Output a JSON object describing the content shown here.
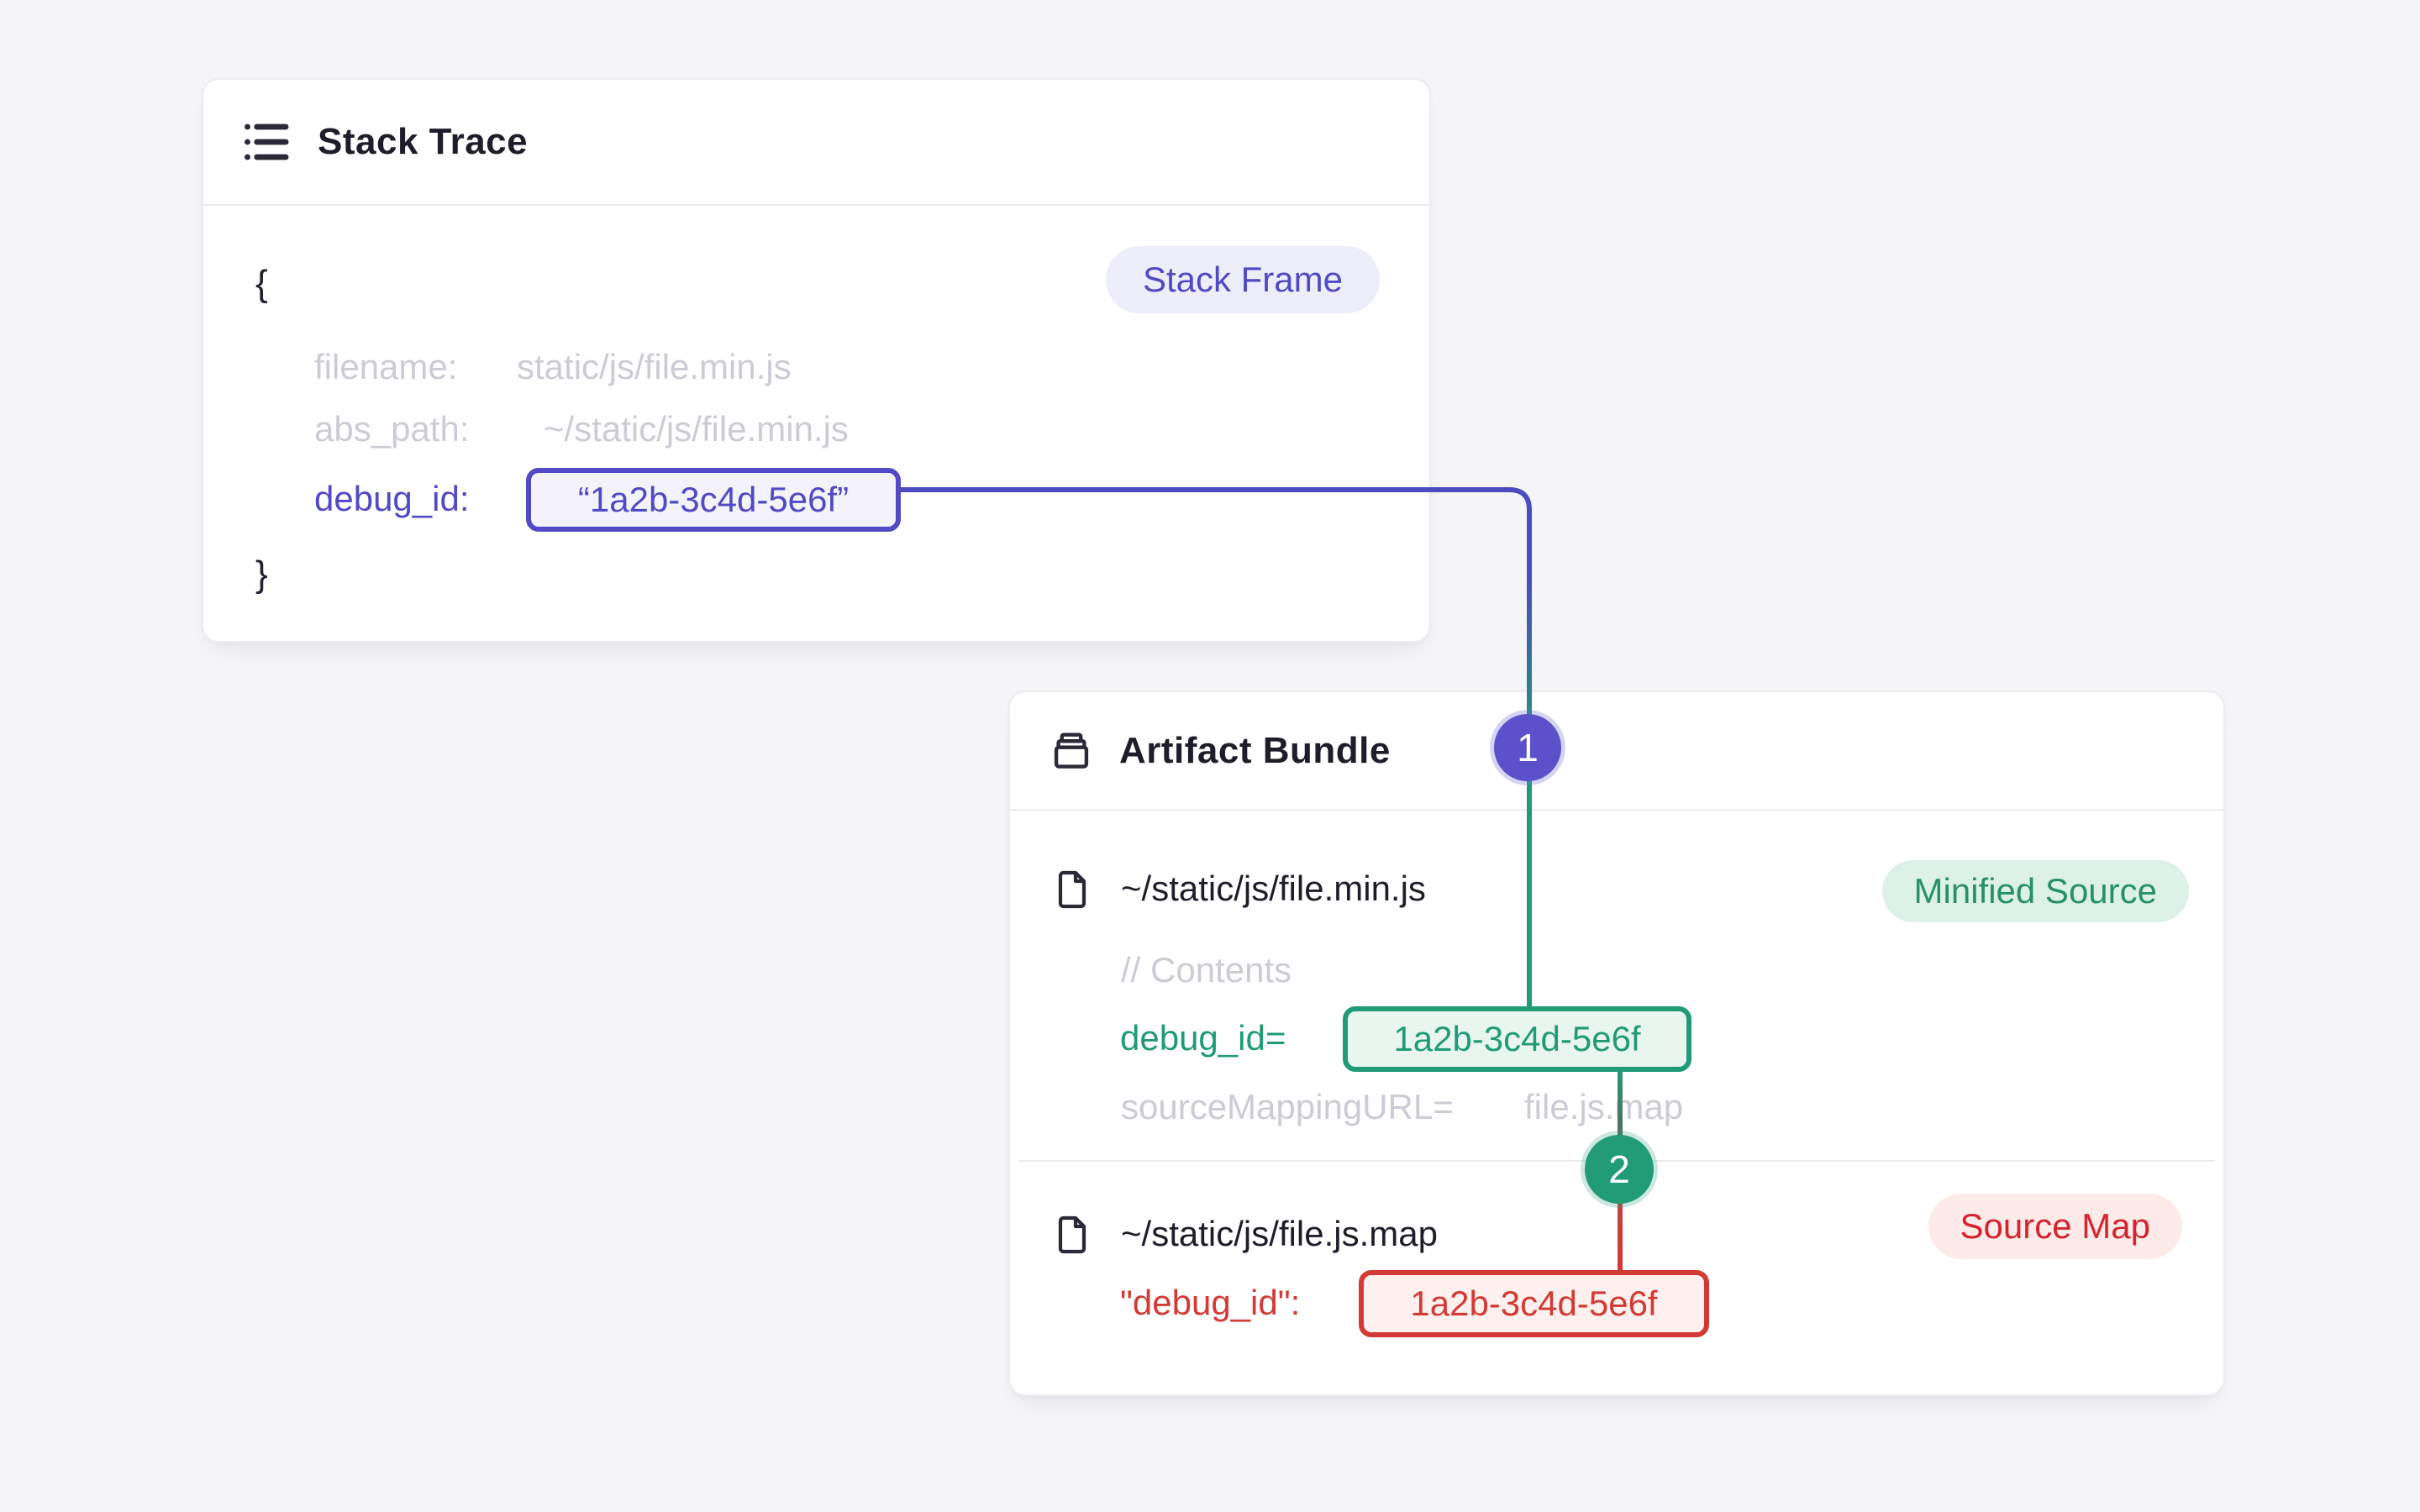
{
  "colors": {
    "accent_purple": "#5149c6",
    "purple_line": "#4c4bbf",
    "box_purple_bg": "#f4f3fc",
    "badge_purple_bg": "#eeedfa",
    "accent_green": "#219b77",
    "box_green_bg": "#e9f6f0",
    "badge_green_bg": "#def1e9",
    "badge_green_text": "#27916c",
    "accent_red": "#d43a35",
    "box_red_bg": "#fdf0ee",
    "badge_red_bg": "#fdebea",
    "badge_red_text": "#d6232f",
    "code_muted": "#cdccd5",
    "text_dark": "#201d2b",
    "page_bg": "#f5f5f7",
    "card_bg": "#ffffff",
    "card_border": "#ececf1",
    "divider": "#ededf0"
  },
  "stack_trace_card": {
    "title": "Stack Trace",
    "badge": "Stack Frame",
    "brace_open": "{",
    "brace_close": "}",
    "filename_label": "filename:",
    "filename_value": "static/js/file.min.js",
    "abs_path_label": "abs_path:",
    "abs_path_value": "~/static/js/file.min.js",
    "debug_id_label": "debug_id:",
    "debug_id_value": "“1a2b-3c4d-5e6f”"
  },
  "artifact_bundle_card": {
    "title": "Artifact Bundle",
    "files": [
      {
        "path": "~/static/js/file.min.js",
        "badge": "Minified Source",
        "comment": "// Contents",
        "debug_label": "debug_id=",
        "debug_value": "1a2b-3c4d-5e6f",
        "mapping_label": "sourceMappingURL=",
        "mapping_value": "file.js.map"
      },
      {
        "path": "~/static/js/file.js.map",
        "badge": "Source Map",
        "debug_label": "\"debug_id\":",
        "debug_value": "1a2b-3c4d-5e6f"
      }
    ]
  },
  "connectors": {
    "step1": "1",
    "step2": "2",
    "line1_from": "stack_trace.debug_id",
    "line1_to": "artifact_bundle.minified_source.debug_id",
    "line2_from": "artifact_bundle.minified_source.debug_id",
    "line2_to": "artifact_bundle.source_map.debug_id"
  }
}
